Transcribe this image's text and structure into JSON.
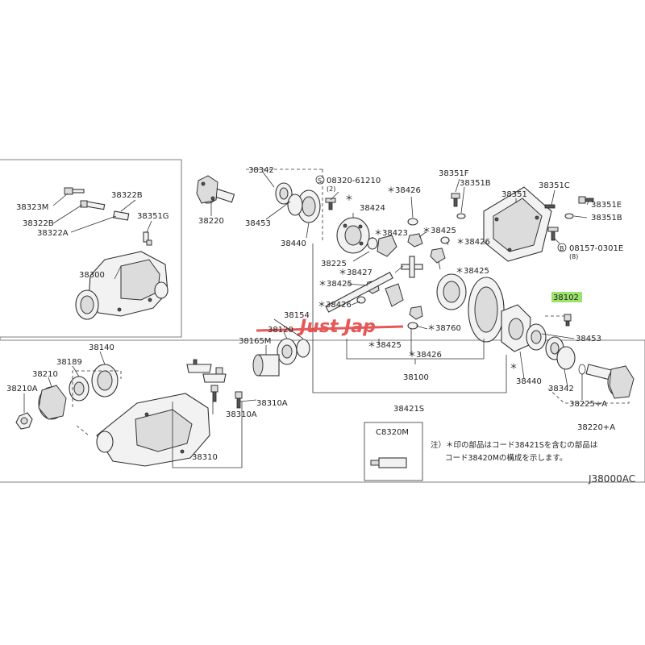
{
  "labels": {
    "p38323M": "38323M",
    "p38322B_a": "38322B",
    "p38322B_b": "38322B",
    "p38322A": "38322A",
    "p38351G": "38351G",
    "p38300": "38300",
    "p38342_a": "38342",
    "p38220": "38220",
    "p38453_a": "38453",
    "p38440_a": "38440",
    "p08320": "08320-61210",
    "p08320_q": "(2)",
    "p38424": "38424",
    "p38426_a": "38426",
    "p38423": "38423",
    "p38225_a": "38225",
    "p38425_a": "38425",
    "p38426_b": "38426",
    "p38427": "38427",
    "p38425_b": "38425",
    "p38425_c": "38425",
    "p38426_c": "38426",
    "p38760": "38760",
    "p38425_d": "38425",
    "p38426_d": "38426",
    "p38100": "38100",
    "p38421S": "38421S",
    "p38351F": "38351F",
    "p38351B_a": "38351B",
    "p38351": "38351",
    "p38351C": "38351C",
    "p38351E": "38351E",
    "p38351B_b": "38351B",
    "p08157": "08157-0301E",
    "p08157_q": "(8)",
    "p38102": "38102",
    "p38453_b": "38453",
    "p38440_b": "38440",
    "p38342_b": "38342",
    "p38225A": "38225+A",
    "p38220A": "38220+A",
    "p38154": "38154",
    "p38120": "38120",
    "p38165M": "38165M",
    "p38140": "38140",
    "p38189": "38189",
    "p38210": "38210",
    "p38210A": "38210A",
    "p38310A_a": "38310A",
    "p38310A_b": "38310A",
    "p38310": "38310",
    "pC8320M": "C8320M"
  },
  "note": {
    "line1": "注）＊印の部品はコード38421Sを含むの部品は",
    "line2": "コード38420Mの構成を示します。"
  },
  "figure_code": "J38000AC",
  "watermark": "Just Jap",
  "colors": {
    "highlight": "#9be36b",
    "watermark": "#e03c3c"
  },
  "icons": {
    "bolt_marker": "S-circle",
    "bolt_marker_b": "B-circle"
  }
}
